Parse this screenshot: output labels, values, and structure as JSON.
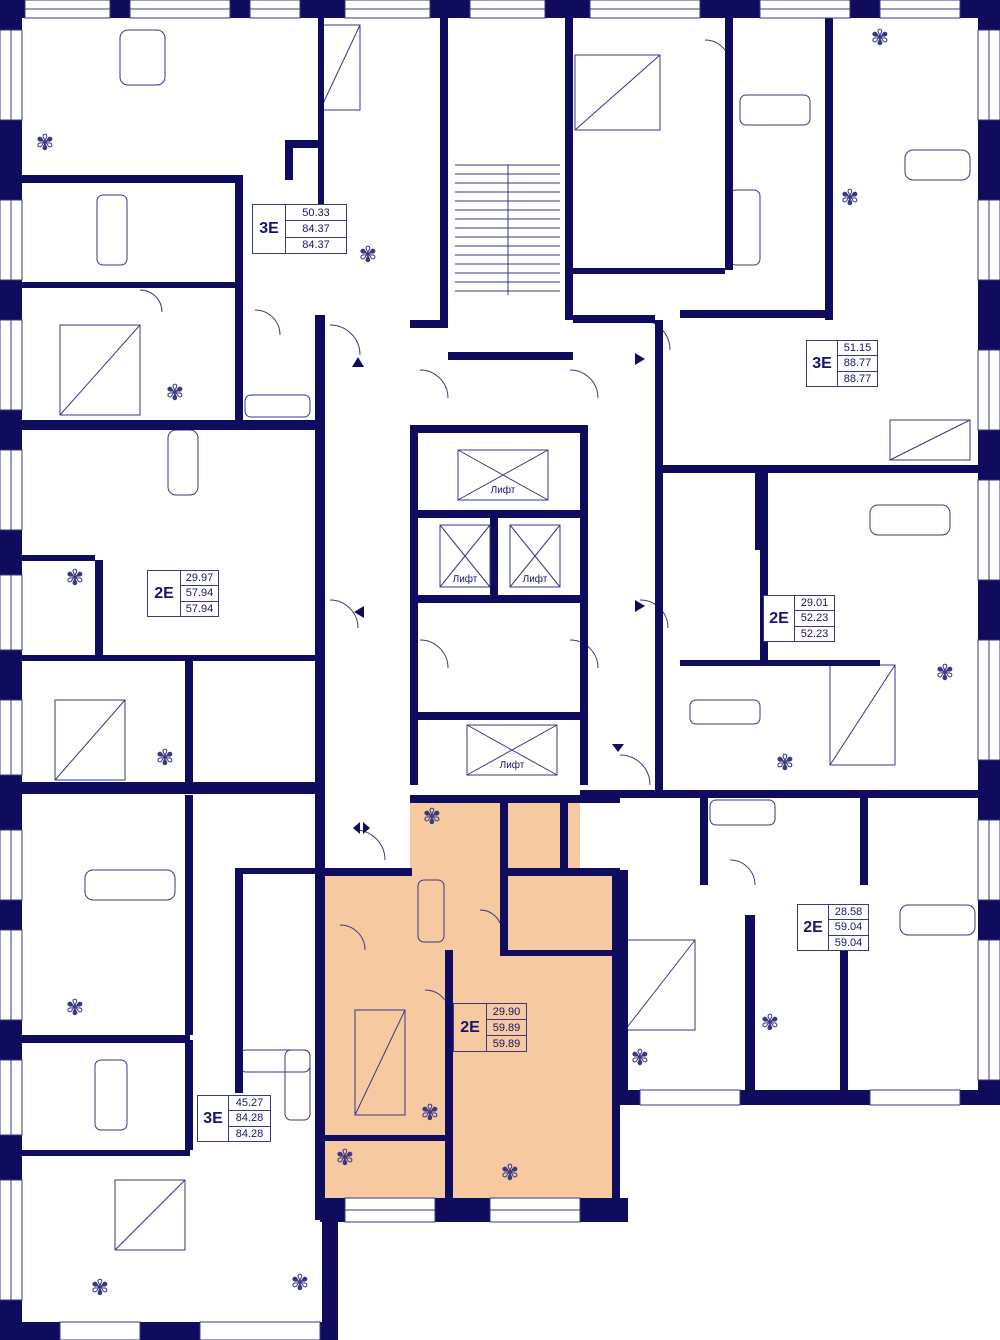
{
  "colors": {
    "wall": "#0f0c5e",
    "line": "#3a3880",
    "highlight": "#f6c9a1",
    "background": "#ffffff"
  },
  "apartments": [
    {
      "id": "apt-top-left",
      "type": "3E",
      "living_area": "50.33",
      "total_area": "84.37",
      "total_area_2": "84.37",
      "highlighted": false
    },
    {
      "id": "apt-top-right",
      "type": "3E",
      "living_area": "51.15",
      "total_area": "88.77",
      "total_area_2": "88.77",
      "highlighted": false
    },
    {
      "id": "apt-mid-left",
      "type": "2E",
      "living_area": "29.97",
      "total_area": "57.94",
      "total_area_2": "57.94",
      "highlighted": false
    },
    {
      "id": "apt-mid-right",
      "type": "2E",
      "living_area": "29.01",
      "total_area": "52.23",
      "total_area_2": "52.23",
      "highlighted": false
    },
    {
      "id": "apt-selected",
      "type": "2E",
      "living_area": "29.90",
      "total_area": "59.89",
      "total_area_2": "59.89",
      "highlighted": true
    },
    {
      "id": "apt-bottom-right",
      "type": "2E",
      "living_area": "28.58",
      "total_area": "59.04",
      "total_area_2": "59.04",
      "highlighted": false
    },
    {
      "id": "apt-bottom-left",
      "type": "3E",
      "living_area": "45.27",
      "total_area": "84.28",
      "total_area_2": "84.28",
      "highlighted": false
    }
  ],
  "elevators": [
    {
      "label": "Лифт"
    },
    {
      "label": "Лифт"
    },
    {
      "label": "Лифт"
    },
    {
      "label": "Лифт"
    }
  ]
}
